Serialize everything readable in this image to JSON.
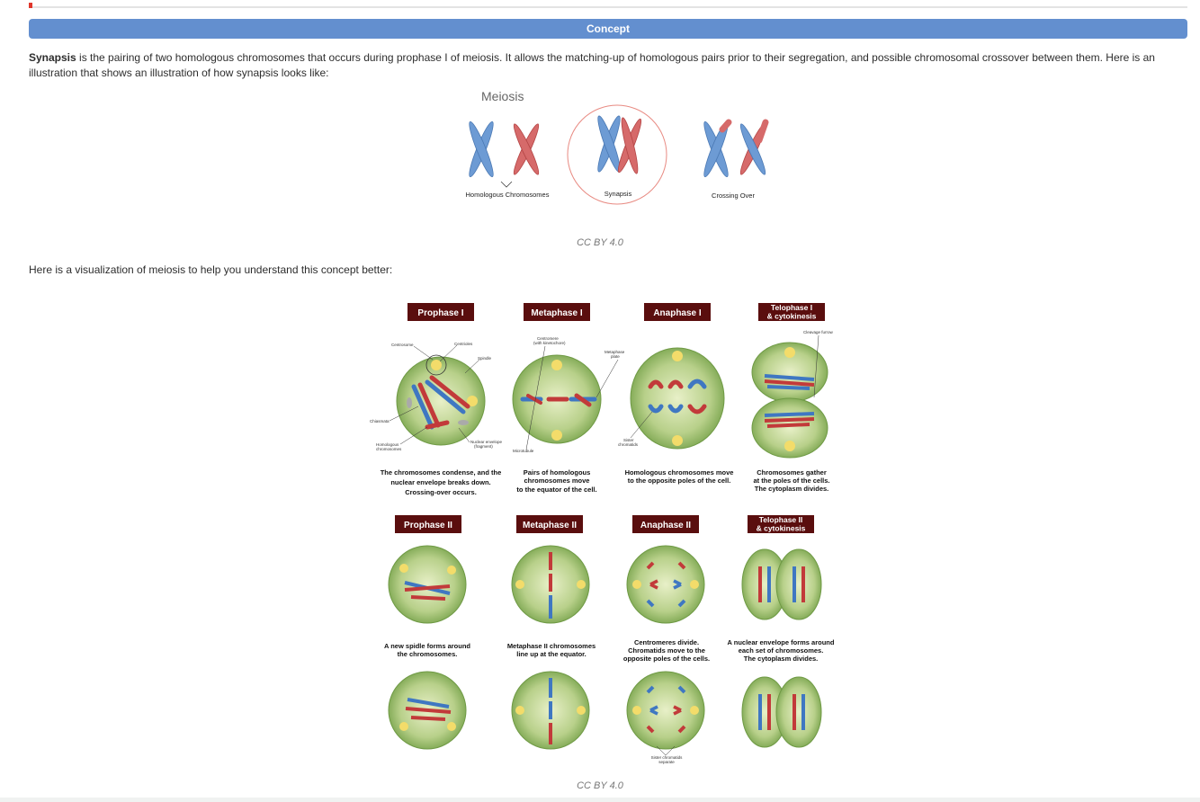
{
  "concept": {
    "title": "Concept"
  },
  "paragraph1": {
    "bold": "Synapsis",
    "text": " is the pairing of two homologous chromosomes that occurs during prophase I of meiosis. It allows the matching-up of homologous pairs prior to their segregation, and possible chromosomal crossover between them. Here is an illustration that shows an illustration of how synapsis looks like:"
  },
  "figure1": {
    "title": "Meiosis",
    "label_homologous": "Homologous Chromosomes",
    "label_synapsis": "Synapsis",
    "label_crossing": "Crossing Over",
    "caption": "CC BY 4.0"
  },
  "paragraph2": {
    "text": "Here is a visualization of meiosis to help you understand this concept better:"
  },
  "figure2": {
    "caption": "CC BY 4.0",
    "stages_row1": [
      {
        "title1": "Prophase I",
        "title2": "",
        "desc1": "The chromosomes condense, and the",
        "desc2": "nuclear envelope breaks down.",
        "desc3": "Crossing-over occurs."
      },
      {
        "title1": "Metaphase I",
        "title2": "",
        "desc1": "Pairs of homologous",
        "desc2": "chromosomes move",
        "desc3": "to the equator of the cell."
      },
      {
        "title1": "Anaphase I",
        "title2": "",
        "desc1": "Homologous chromosomes move",
        "desc2": "to the opposite poles of the cell.",
        "desc3": ""
      },
      {
        "title1": "Telophase I",
        "title2": "& cytokinesis",
        "desc1": "Chromosomes gather",
        "desc2": "at the poles of the cells.",
        "desc3": "The cytoplasm divides."
      }
    ],
    "stages_row2": [
      {
        "title1": "Prophase II",
        "title2": "",
        "desc1": "A new spidle forms around",
        "desc2": "the chromosomes.",
        "desc3": ""
      },
      {
        "title1": "Metaphase II",
        "title2": "",
        "desc1": "Metaphase II chromosomes",
        "desc2": "line up at the equator.",
        "desc3": ""
      },
      {
        "title1": "Anaphase II",
        "title2": "",
        "desc1": "Centromeres divide.",
        "desc2": "Chromatids move to the",
        "desc3": "opposite poles of the cells."
      },
      {
        "title1": "Telophase II",
        "title2": "& cytokinesis",
        "desc1": "A nuclear envelope forms around",
        "desc2": "each set of chromosomes.",
        "desc3": "The cytoplasm divides."
      }
    ],
    "annotations": {
      "centrosome": "Centrosome",
      "centrioles": "Centrioles",
      "spindle": "Spindle",
      "chiasmata": "Chiasmata",
      "homologous1": "Homologous",
      "homologous2": "chromosomes",
      "nuclear1": "Nuclear envelope",
      "nuclear2": "(fragment)",
      "centromere1": "Centromere",
      "centromere2": "(with kinetochore)",
      "metaplate1": "Metaphase",
      "metaplate2": "plate",
      "microtubule": "Microtubule",
      "sister1": "Sister",
      "sister2": "chromatids",
      "cleavage": "Cleavage furrow",
      "sistersep1": "Sister chromatids",
      "sistersep2": "separate"
    }
  }
}
